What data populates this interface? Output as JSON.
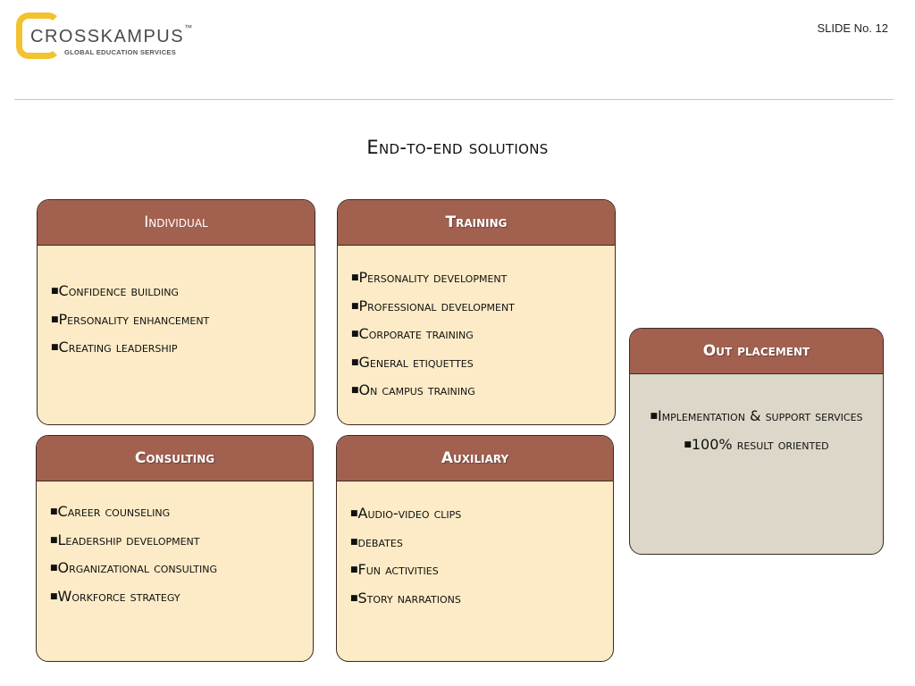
{
  "header": {
    "logo_name": "CROSSKAMPUS",
    "logo_tm": "™",
    "logo_tagline": "GLOBAL EDUCATION SERVICES",
    "slide_number": "SLIDE No. 12"
  },
  "title": "End-to-end solutions",
  "bullet_glyph": "■",
  "boxes": {
    "individual": {
      "heading": "Individual",
      "items": [
        "Confidence building",
        "Personality enhancement",
        "Creating leadership"
      ]
    },
    "training": {
      "heading": "Training",
      "items": [
        "Personality development",
        "Professional development",
        "Corporate training",
        "General etiquettes",
        "On campus training"
      ]
    },
    "consulting": {
      "heading": "Consulting",
      "items": [
        "Career counseling",
        "Leadership development",
        "Organizational consulting",
        "Workforce strategy"
      ]
    },
    "auxiliary": {
      "heading": "Auxiliary",
      "items": [
        "Audio-video clips",
        "debates",
        "Fun activities",
        "Story narrations"
      ]
    },
    "out_placement": {
      "heading": "Out placement",
      "items": [
        "Implementation & support services",
        "100% result oriented"
      ]
    }
  },
  "colors": {
    "header_fill": "#a2604f",
    "body_fill": "#fcebc6",
    "out_placement_fill": "#dcd7c8",
    "border": "#3b2a22",
    "logo_accent": "#f2c230",
    "divider": "#e8c28a"
  }
}
